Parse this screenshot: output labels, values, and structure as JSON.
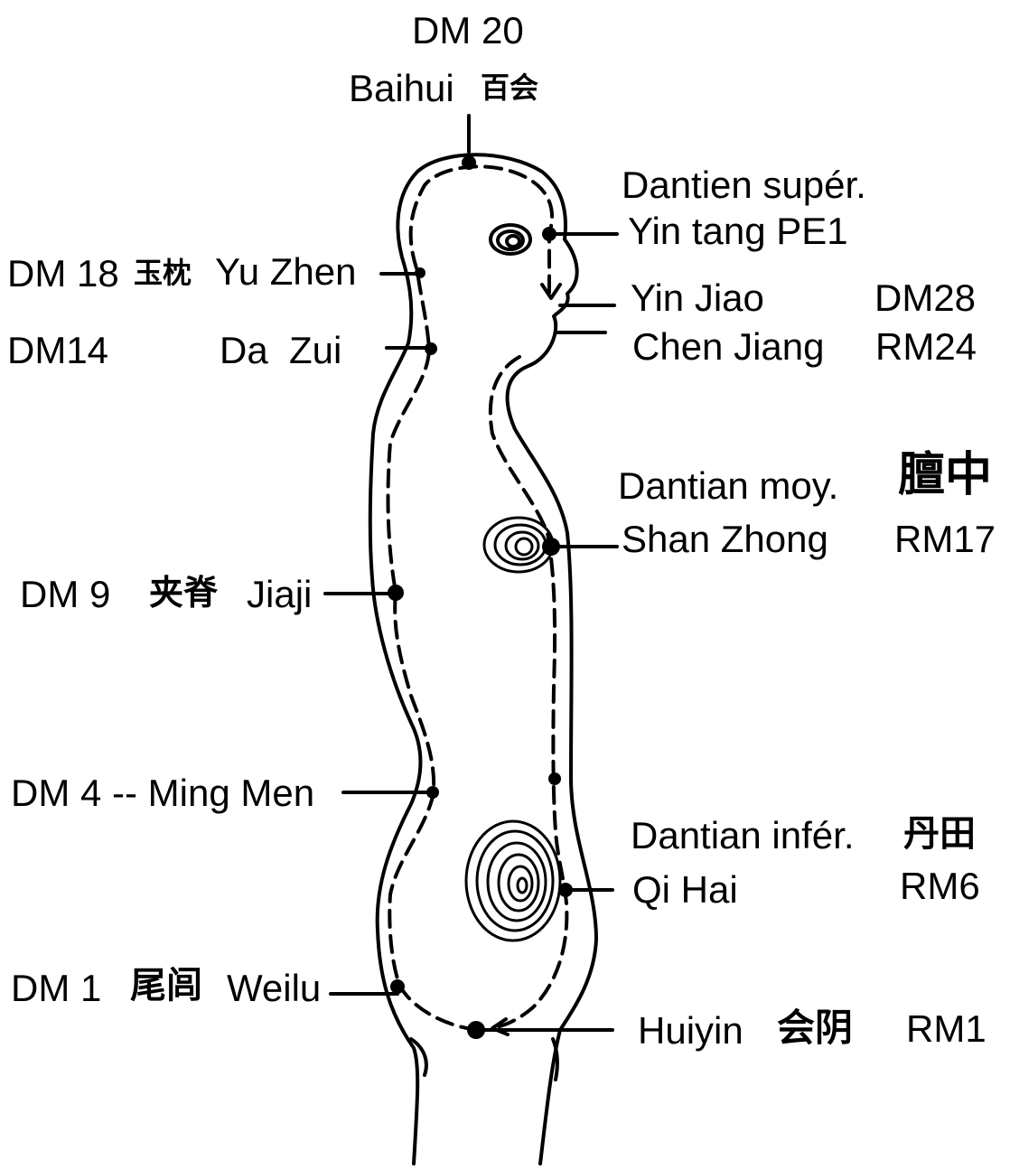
{
  "colors": {
    "ink": "#000000",
    "paper": "#ffffff"
  },
  "top": {
    "code": "DM 20",
    "name": "Baihui",
    "hanzi": "百会"
  },
  "right": {
    "upper_dantian": "Dantien supér.",
    "yin_tang": "Yin tang PE1",
    "yin_jiao": "Yin Jiao",
    "yin_jiao_code": "DM28",
    "chen_jiang": "Chen Jiang",
    "chen_jiang_code": "RM24",
    "middle_dantian": "Dantian moy.",
    "middle_hanzi": "膻中",
    "shan_zhong": "Shan Zhong",
    "shan_zhong_code": "RM17",
    "lower_dantian": "Dantian infér.",
    "lower_hanzi": "丹田",
    "qi_hai": "Qi Hai",
    "qi_hai_code": "RM6",
    "huiyin": "Huiyin",
    "huiyin_hanzi": "会阴",
    "huiyin_code": "RM1"
  },
  "left": {
    "dm18_code": "DM 18",
    "dm18_hanzi": "玉枕",
    "dm18_name": "Yu Zhen",
    "dm14_code": "DM14",
    "dm14_name": "Da  Zui",
    "dm9_code": "DM 9",
    "dm9_hanzi": "夹脊",
    "dm9_name": "Jiaji",
    "dm4": "DM 4 -- Ming Men",
    "dm1_code": "DM 1",
    "dm1_hanzi": "尾闾",
    "dm1_name": "Weilu"
  }
}
